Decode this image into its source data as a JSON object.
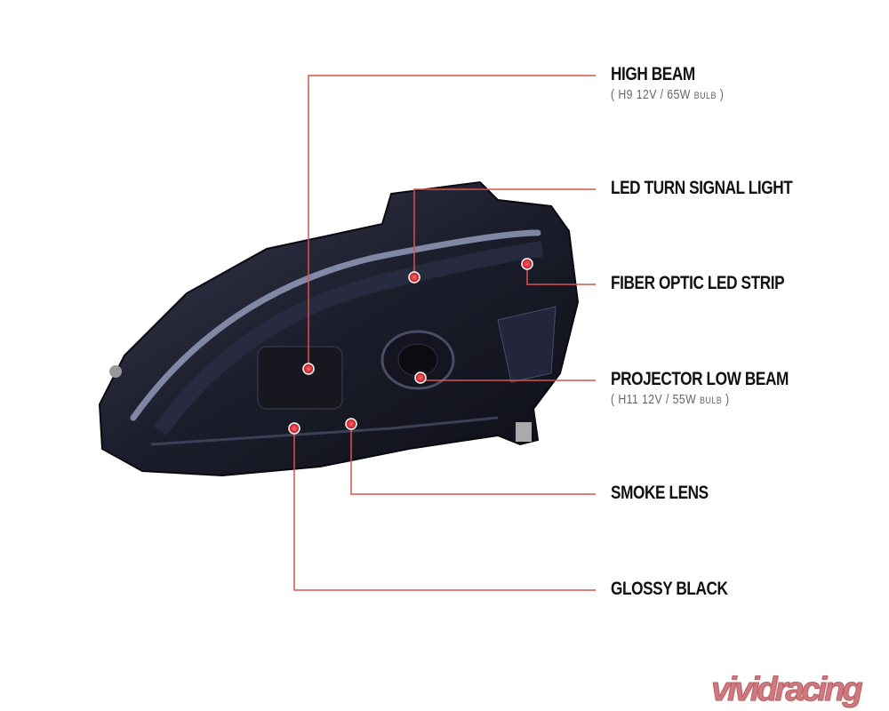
{
  "callouts": [
    {
      "title": "HIGH BEAM",
      "spec": "H9  12V / 65W",
      "spec_suffix": "BULB"
    },
    {
      "title": "LED TURN SIGNAL LIGHT"
    },
    {
      "title": "FIBER OPTIC LED STRIP"
    },
    {
      "title": "PROJECTOR LOW BEAM",
      "spec": "H11  12V / 55W",
      "spec_suffix": "BULB"
    },
    {
      "title": "SMOKE LENS"
    },
    {
      "title": "GLOSSY BLACK"
    }
  ],
  "logo": "vividracing",
  "colors": {
    "callout_line": "#d9534f",
    "dot": "#cc1f2a",
    "housing": "#1a1c2a"
  }
}
